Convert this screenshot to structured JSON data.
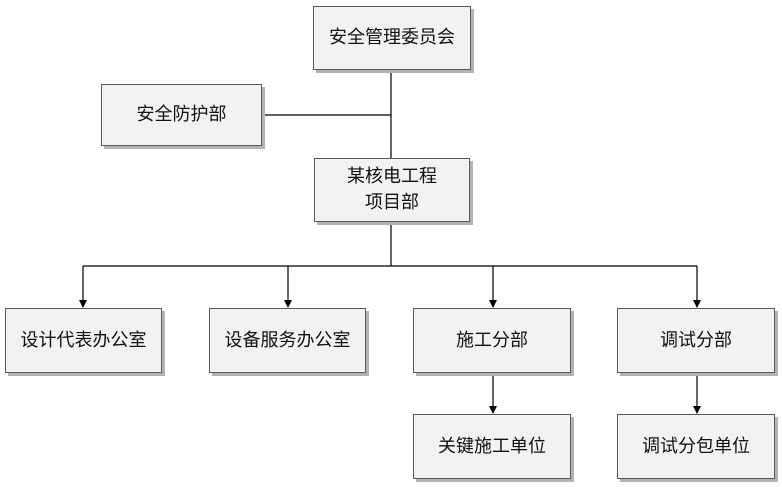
{
  "diagram": {
    "nodes": {
      "committee": {
        "label": "安全管理委员会"
      },
      "safety_dept": {
        "label": "安全防护部"
      },
      "project_dept": {
        "line1": "某核电工程",
        "line2": "项目部"
      },
      "design_office": {
        "label": "设计代表办公室"
      },
      "equip_office": {
        "label": "设备服务办公室"
      },
      "construction": {
        "label": "施工分部"
      },
      "commission": {
        "label": "调试分部"
      },
      "key_construction_unit": {
        "label": "关键施工单位"
      },
      "commission_sub_unit": {
        "label": "调试分包单位"
      }
    },
    "line_color": "#000000",
    "box_fill": "#f2f2f2",
    "box_border": "#5a5a5a",
    "shadow_color": "#b3b3b3"
  }
}
